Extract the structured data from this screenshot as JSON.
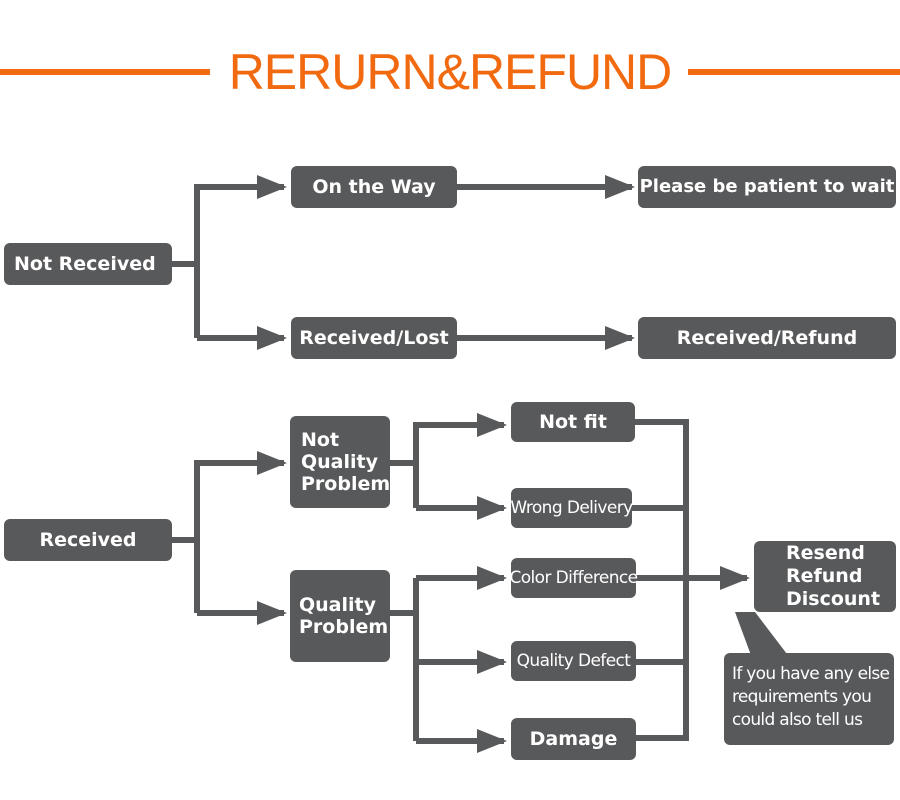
{
  "title": "RERURN&REFUND",
  "colors": {
    "accent": "#f26a10",
    "box": "#58595b",
    "line": "#58595b",
    "text": "#ffffff"
  },
  "nodes": {
    "not_received": "Not Received",
    "on_the_way": "On the Way",
    "please_wait": "Please be patient to wait",
    "received_lost": "Received/Lost",
    "received_refund": "Received/Refund",
    "received": "Received",
    "not_quality_problem": [
      "Not",
      "Quality",
      "Problem"
    ],
    "quality_problem": [
      "Quality",
      "Problem"
    ],
    "not_fit": "Not fit",
    "wrong_delivery": "Wrong Delivery",
    "color_difference": "Color Difference",
    "quality_defect": "Quality Defect",
    "damage": "Damage",
    "resolution": [
      "Resend",
      "Refund",
      "Discount"
    ]
  },
  "note": [
    "If you have any else",
    "requirements you",
    "could also tell us"
  ]
}
